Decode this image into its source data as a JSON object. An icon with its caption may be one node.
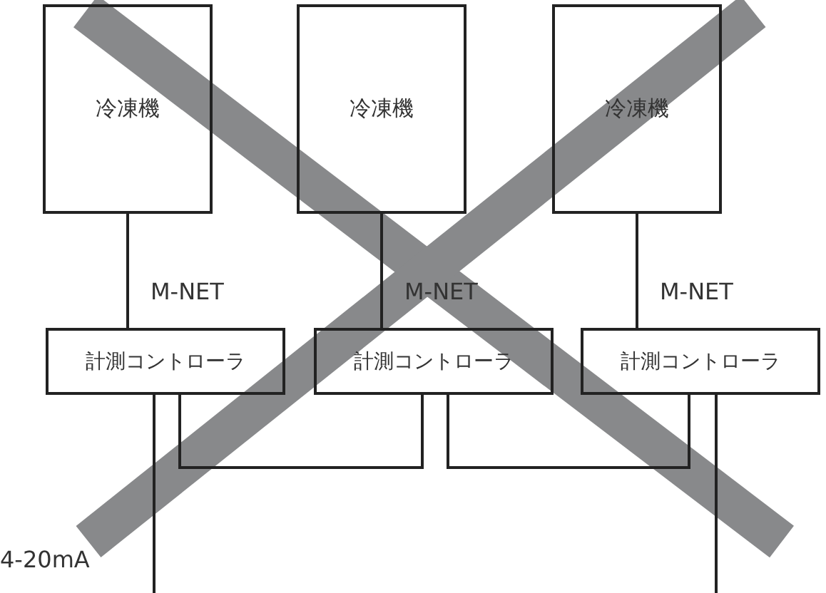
{
  "diagram": {
    "nodes": [
      {
        "text": [
          "冷凍機"
        ]
      },
      {
        "text": [
          "冷凍機"
        ]
      },
      {
        "text": [
          "冷凍機"
        ]
      },
      {
        "text": [
          "計測コントローラ"
        ]
      },
      {
        "text": [
          "計測コントローラ"
        ]
      },
      {
        "text": [
          "計測コントローラ"
        ]
      }
    ],
    "edges": [
      {
        "from": 0,
        "to": 3,
        "arrow": "none",
        "label": "M-NET"
      },
      {
        "from": 1,
        "to": 4,
        "arrow": "none",
        "label": "M-NET"
      },
      {
        "from": 2,
        "to": 5,
        "arrow": "none",
        "label": "M-NET"
      },
      {
        "from": 3,
        "to": 4,
        "arrow": "none"
      },
      {
        "from": 4,
        "to": 5,
        "arrow": "none"
      },
      {
        "from": 3,
        "to": null,
        "arrow": "none",
        "label": "4-20mA"
      },
      {
        "from": 5,
        "to": null,
        "arrow": "none"
      }
    ]
  }
}
